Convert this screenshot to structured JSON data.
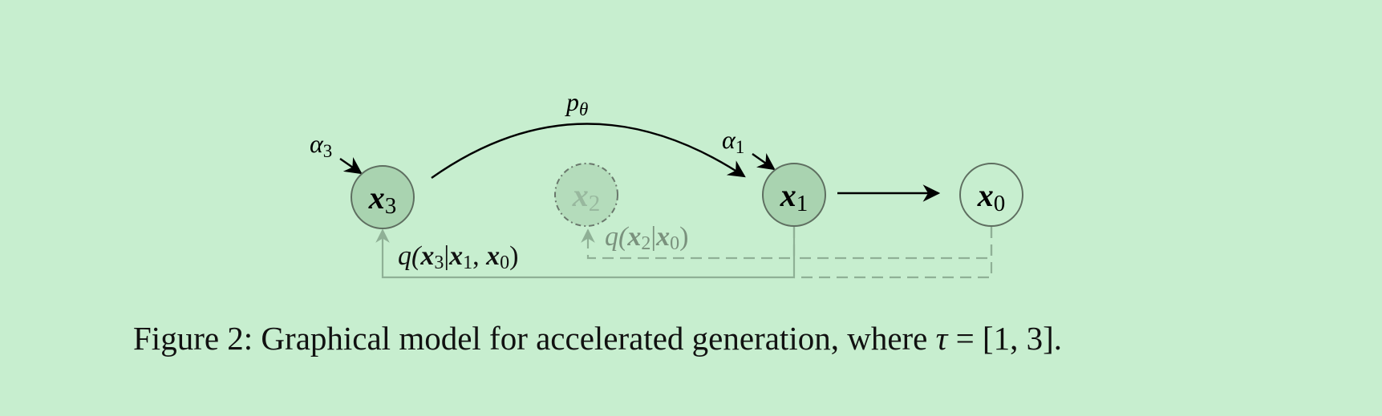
{
  "diagram": {
    "nodes": {
      "x3": {
        "base": "x",
        "sub": "3",
        "fill": "#a9d3b0",
        "stroke": "#5e6e60",
        "style": "solid"
      },
      "x2": {
        "base": "x",
        "sub": "2",
        "fill": "#b4dcbb",
        "stroke": "#6a786c",
        "style": "dashdot"
      },
      "x1": {
        "base": "x",
        "sub": "1",
        "fill": "#a9d3b0",
        "stroke": "#5e6e60",
        "style": "solid"
      },
      "x0": {
        "base": "x",
        "sub": "0",
        "fill": "#c7eecf",
        "stroke": "#5e6e60",
        "style": "solid"
      }
    },
    "labels": {
      "p_theta": {
        "base": "p",
        "sub": "θ"
      },
      "alpha3": {
        "base": "α",
        "sub": "3"
      },
      "alpha1": {
        "base": "α",
        "sub": "1"
      },
      "q_x3": {
        "prefix": "q(",
        "a": "x",
        "a_sub": "3",
        "bar": "|",
        "b": "x",
        "b_sub": "1",
        "comma": ", ",
        "c": "x",
        "c_sub": "0",
        "suffix": ")"
      },
      "q_x2": {
        "prefix": "q(",
        "a": "x",
        "a_sub": "2",
        "bar": "|",
        "b": "x",
        "b_sub": "0",
        "suffix": ")"
      }
    },
    "colors": {
      "arrow": "#000000",
      "q_path": "#8fb096",
      "q_label_x2": "#7a917d"
    }
  },
  "caption": {
    "prefix": "Figure 2: Graphical model for accelerated generation, where ",
    "math_var": "τ",
    "math_rest": " = [1, 3]."
  }
}
